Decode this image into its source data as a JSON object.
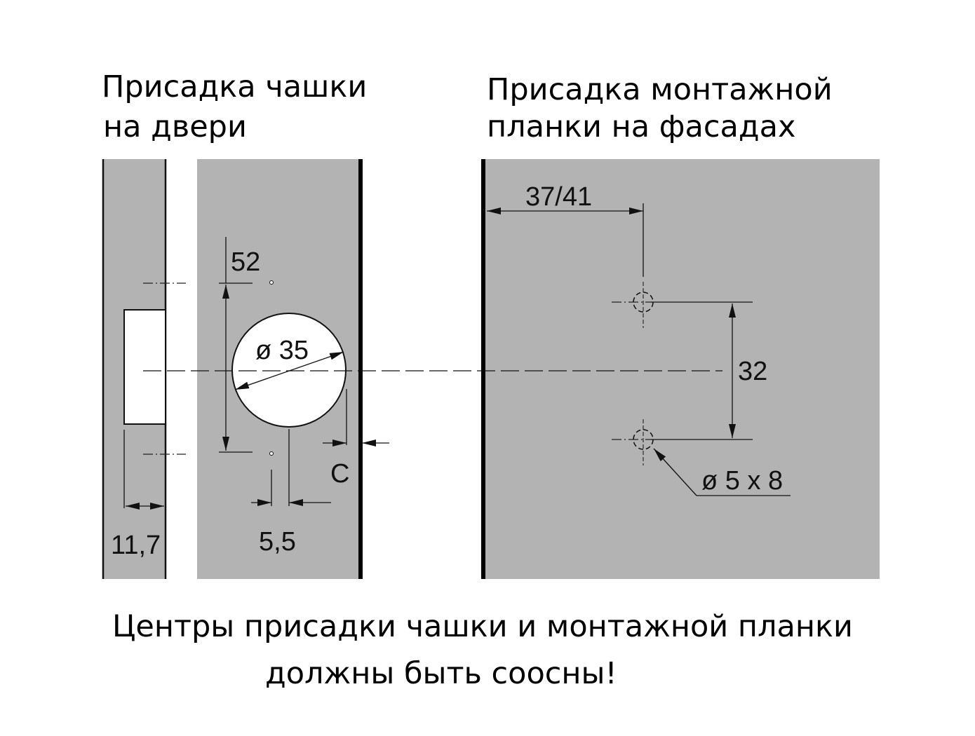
{
  "titles": {
    "door_line1": "Присадка чашки",
    "door_line2": "на  двери",
    "facade_line1": "Присадка монтажной",
    "facade_line2": "планки на фасадах"
  },
  "dimensions": {
    "cup_spacing": "52",
    "cup_diameter": "ø 35",
    "edge_distance": "C",
    "hole_offset": "5,5",
    "depth": "11,7",
    "plate_distance": "37/41",
    "plate_hole_spacing": "32",
    "plate_hole_size": "ø 5 x 8"
  },
  "note": {
    "line1": "Центры присадки чашки и монтажной планки",
    "line2": "должны быть соосны!"
  },
  "colors": {
    "panel": "#b3b3b3",
    "line": "#000000"
  }
}
